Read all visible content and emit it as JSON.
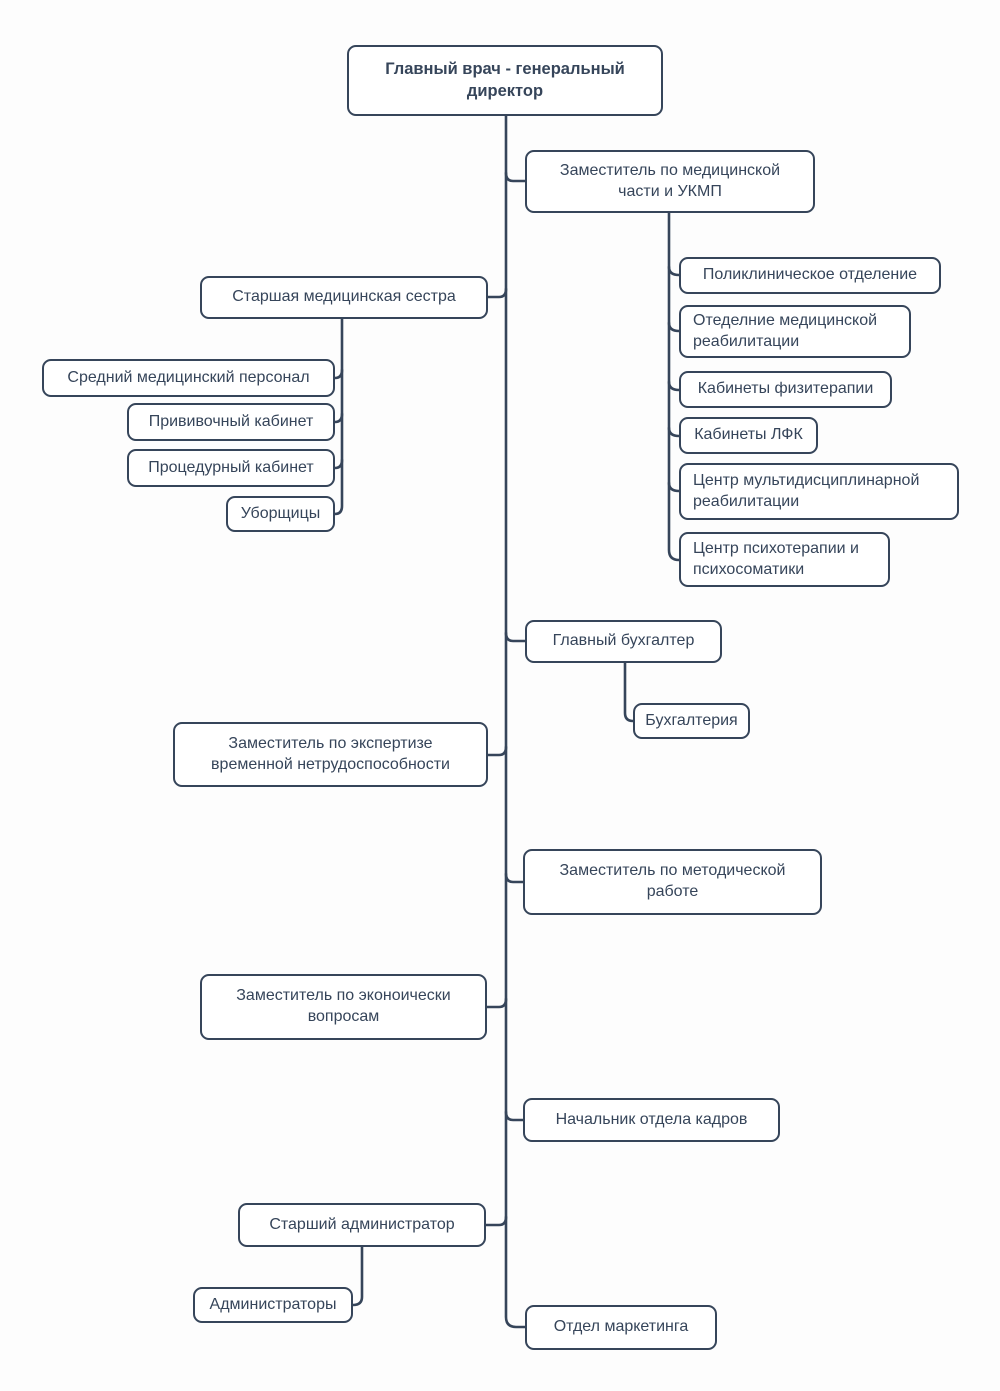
{
  "org": {
    "root": {
      "label": "Главный врач - генеральный директор"
    },
    "medical_deputy": {
      "label": "Заместитель по медицинской части и УКМП",
      "children": [
        {
          "label": "Поликлиническое отделение"
        },
        {
          "label": "Отеделние медицинской реабилитации"
        },
        {
          "label": "Кабинеты физитерапии"
        },
        {
          "label": "Кабинеты ЛФК"
        },
        {
          "label": "Центр мультидисциплинарной реабилитации"
        },
        {
          "label": "Центр психотерапии и психосоматики"
        }
      ]
    },
    "head_nurse": {
      "label": "Старшая медицинская сестра",
      "children": [
        {
          "label": "Средний медицинский персонал"
        },
        {
          "label": "Прививочный кабинет"
        },
        {
          "label": "Процедурный кабинет"
        },
        {
          "label": "Уборщицы"
        }
      ]
    },
    "chief_accountant": {
      "label": "Главный бухгалтер",
      "children": [
        {
          "label": "Бухгалтерия"
        }
      ]
    },
    "expertise_deputy": {
      "label": "Заместитель по экспертизе временной нетрудоспособности"
    },
    "methodical_deputy": {
      "label": "Заместитель по методической работе"
    },
    "economic_deputy": {
      "label": "Заместитель по эконоически вопросам"
    },
    "hr_head": {
      "label": "Начальник отдела кадров"
    },
    "senior_admin": {
      "label": "Старший администратор",
      "children": [
        {
          "label": "Администраторы"
        }
      ]
    },
    "marketing": {
      "label": "Отдел маркетинга"
    }
  },
  "colors": {
    "line": "#36455a",
    "box_bg": "#ffffff",
    "page_bg": "#fdfdfd"
  }
}
